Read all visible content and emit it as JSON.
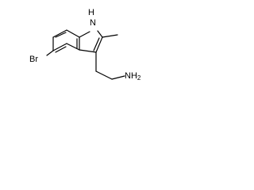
{
  "structure": {
    "labels": {
      "nh": "H",
      "n": "N",
      "br": "Br",
      "nh2": "NH"
    },
    "subscripts": {
      "nh2": "2"
    }
  }
}
